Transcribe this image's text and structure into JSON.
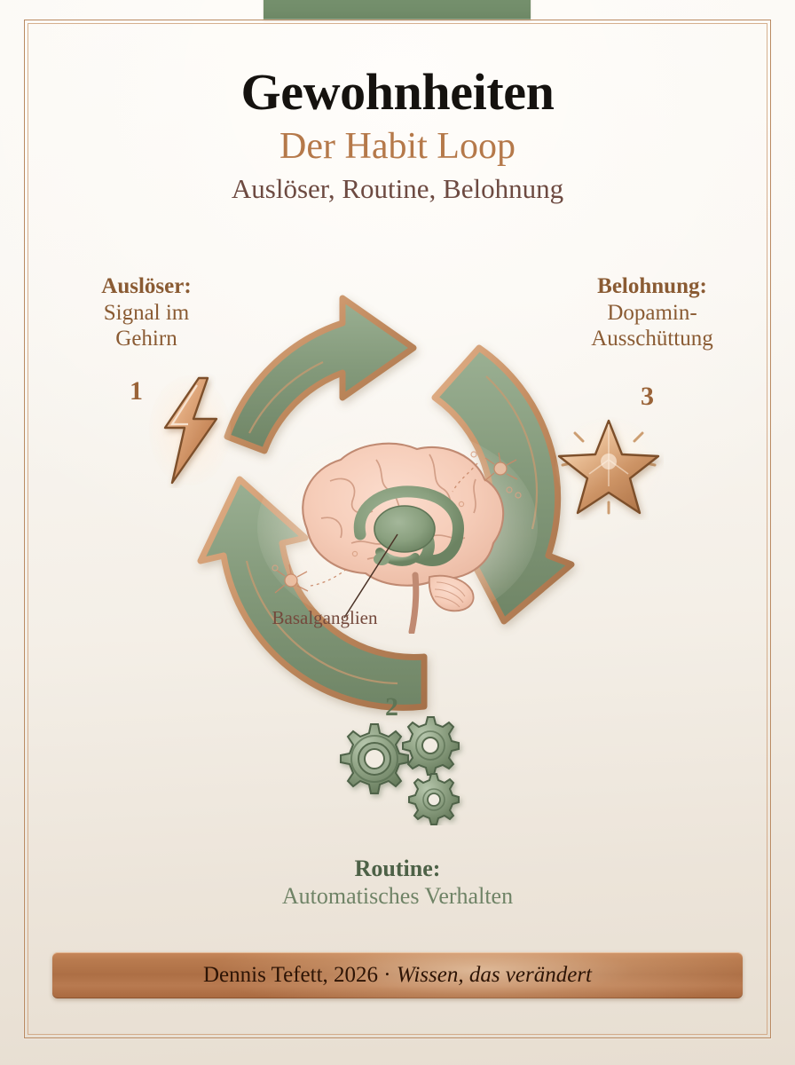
{
  "poster": {
    "title": "Gewohnheiten",
    "subtitle": "Der Habit Loop",
    "tagline": "Auslöser, Routine, Belohnung"
  },
  "brain": {
    "caption": "Basalganglien"
  },
  "steps": [
    {
      "number": "1",
      "head": "Auslöser:",
      "body": "Signal im\nGehirn",
      "icon": "lightning-bolt-icon"
    },
    {
      "number": "2",
      "head": "Routine:",
      "body": "Automatisches Verhalten",
      "icon": "gears-icon"
    },
    {
      "number": "3",
      "head": "Belohnung:",
      "body": "Dopamin-\nAusschüttung",
      "icon": "star-icon"
    }
  ],
  "footer": {
    "author": "Dennis Tefett, 2026 · ",
    "motto": "Wissen, das verändert"
  },
  "colors": {
    "copper": "#b5794a",
    "copper_dark": "#8a5b33",
    "sage": "#7d9673",
    "sage_dark": "#4d6147",
    "ink": "#15120f",
    "plum": "#6d4a41",
    "page_light": "#fbf9f5",
    "page_warm": "#e7ded1",
    "plaque": "#ad6f45"
  }
}
